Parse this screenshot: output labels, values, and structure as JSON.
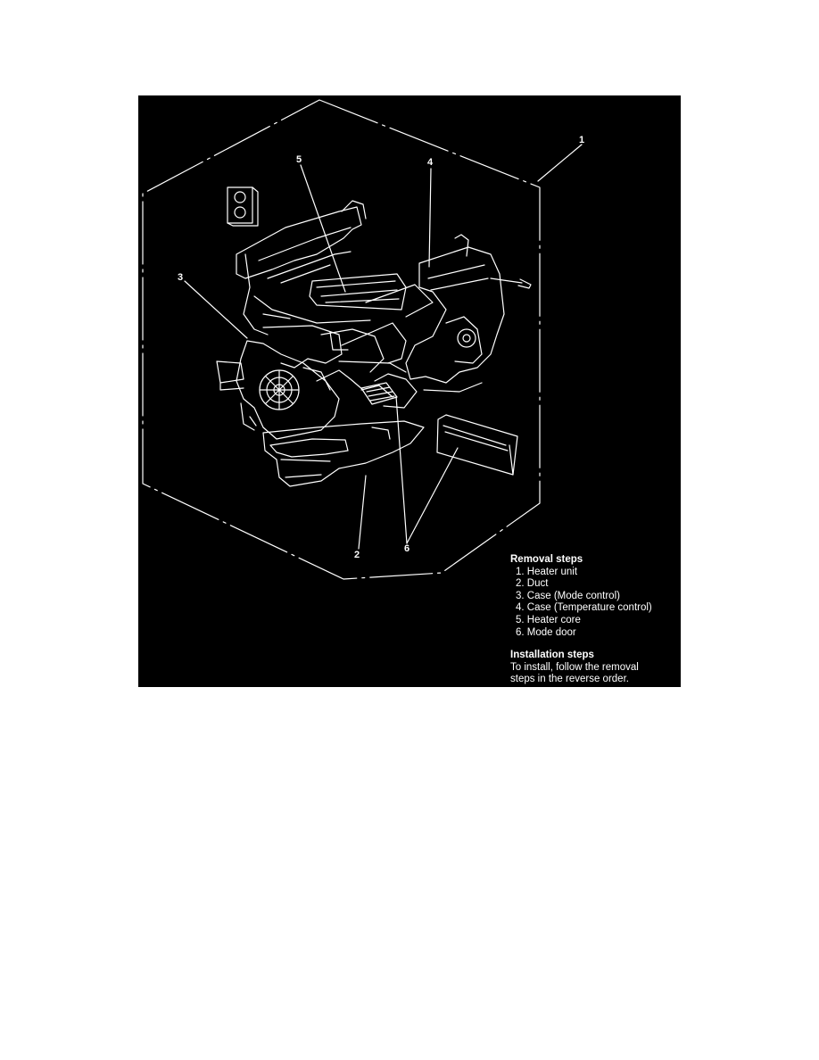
{
  "callouts": [
    "1",
    "2",
    "3",
    "4",
    "5",
    "6"
  ],
  "removal": {
    "heading": "Removal steps",
    "items": [
      "1. Heater unit",
      "2. Duct",
      "3. Case (Mode control)",
      "4. Case (Temperature control)",
      "5. Heater core",
      "6. Mode door"
    ]
  },
  "installation": {
    "heading": "Installation steps",
    "lines": [
      "To install, follow the removal",
      "steps in the reverse order."
    ]
  },
  "colors": {
    "background": "#000000",
    "ink": "#ffffff",
    "page": "#ffffff"
  }
}
